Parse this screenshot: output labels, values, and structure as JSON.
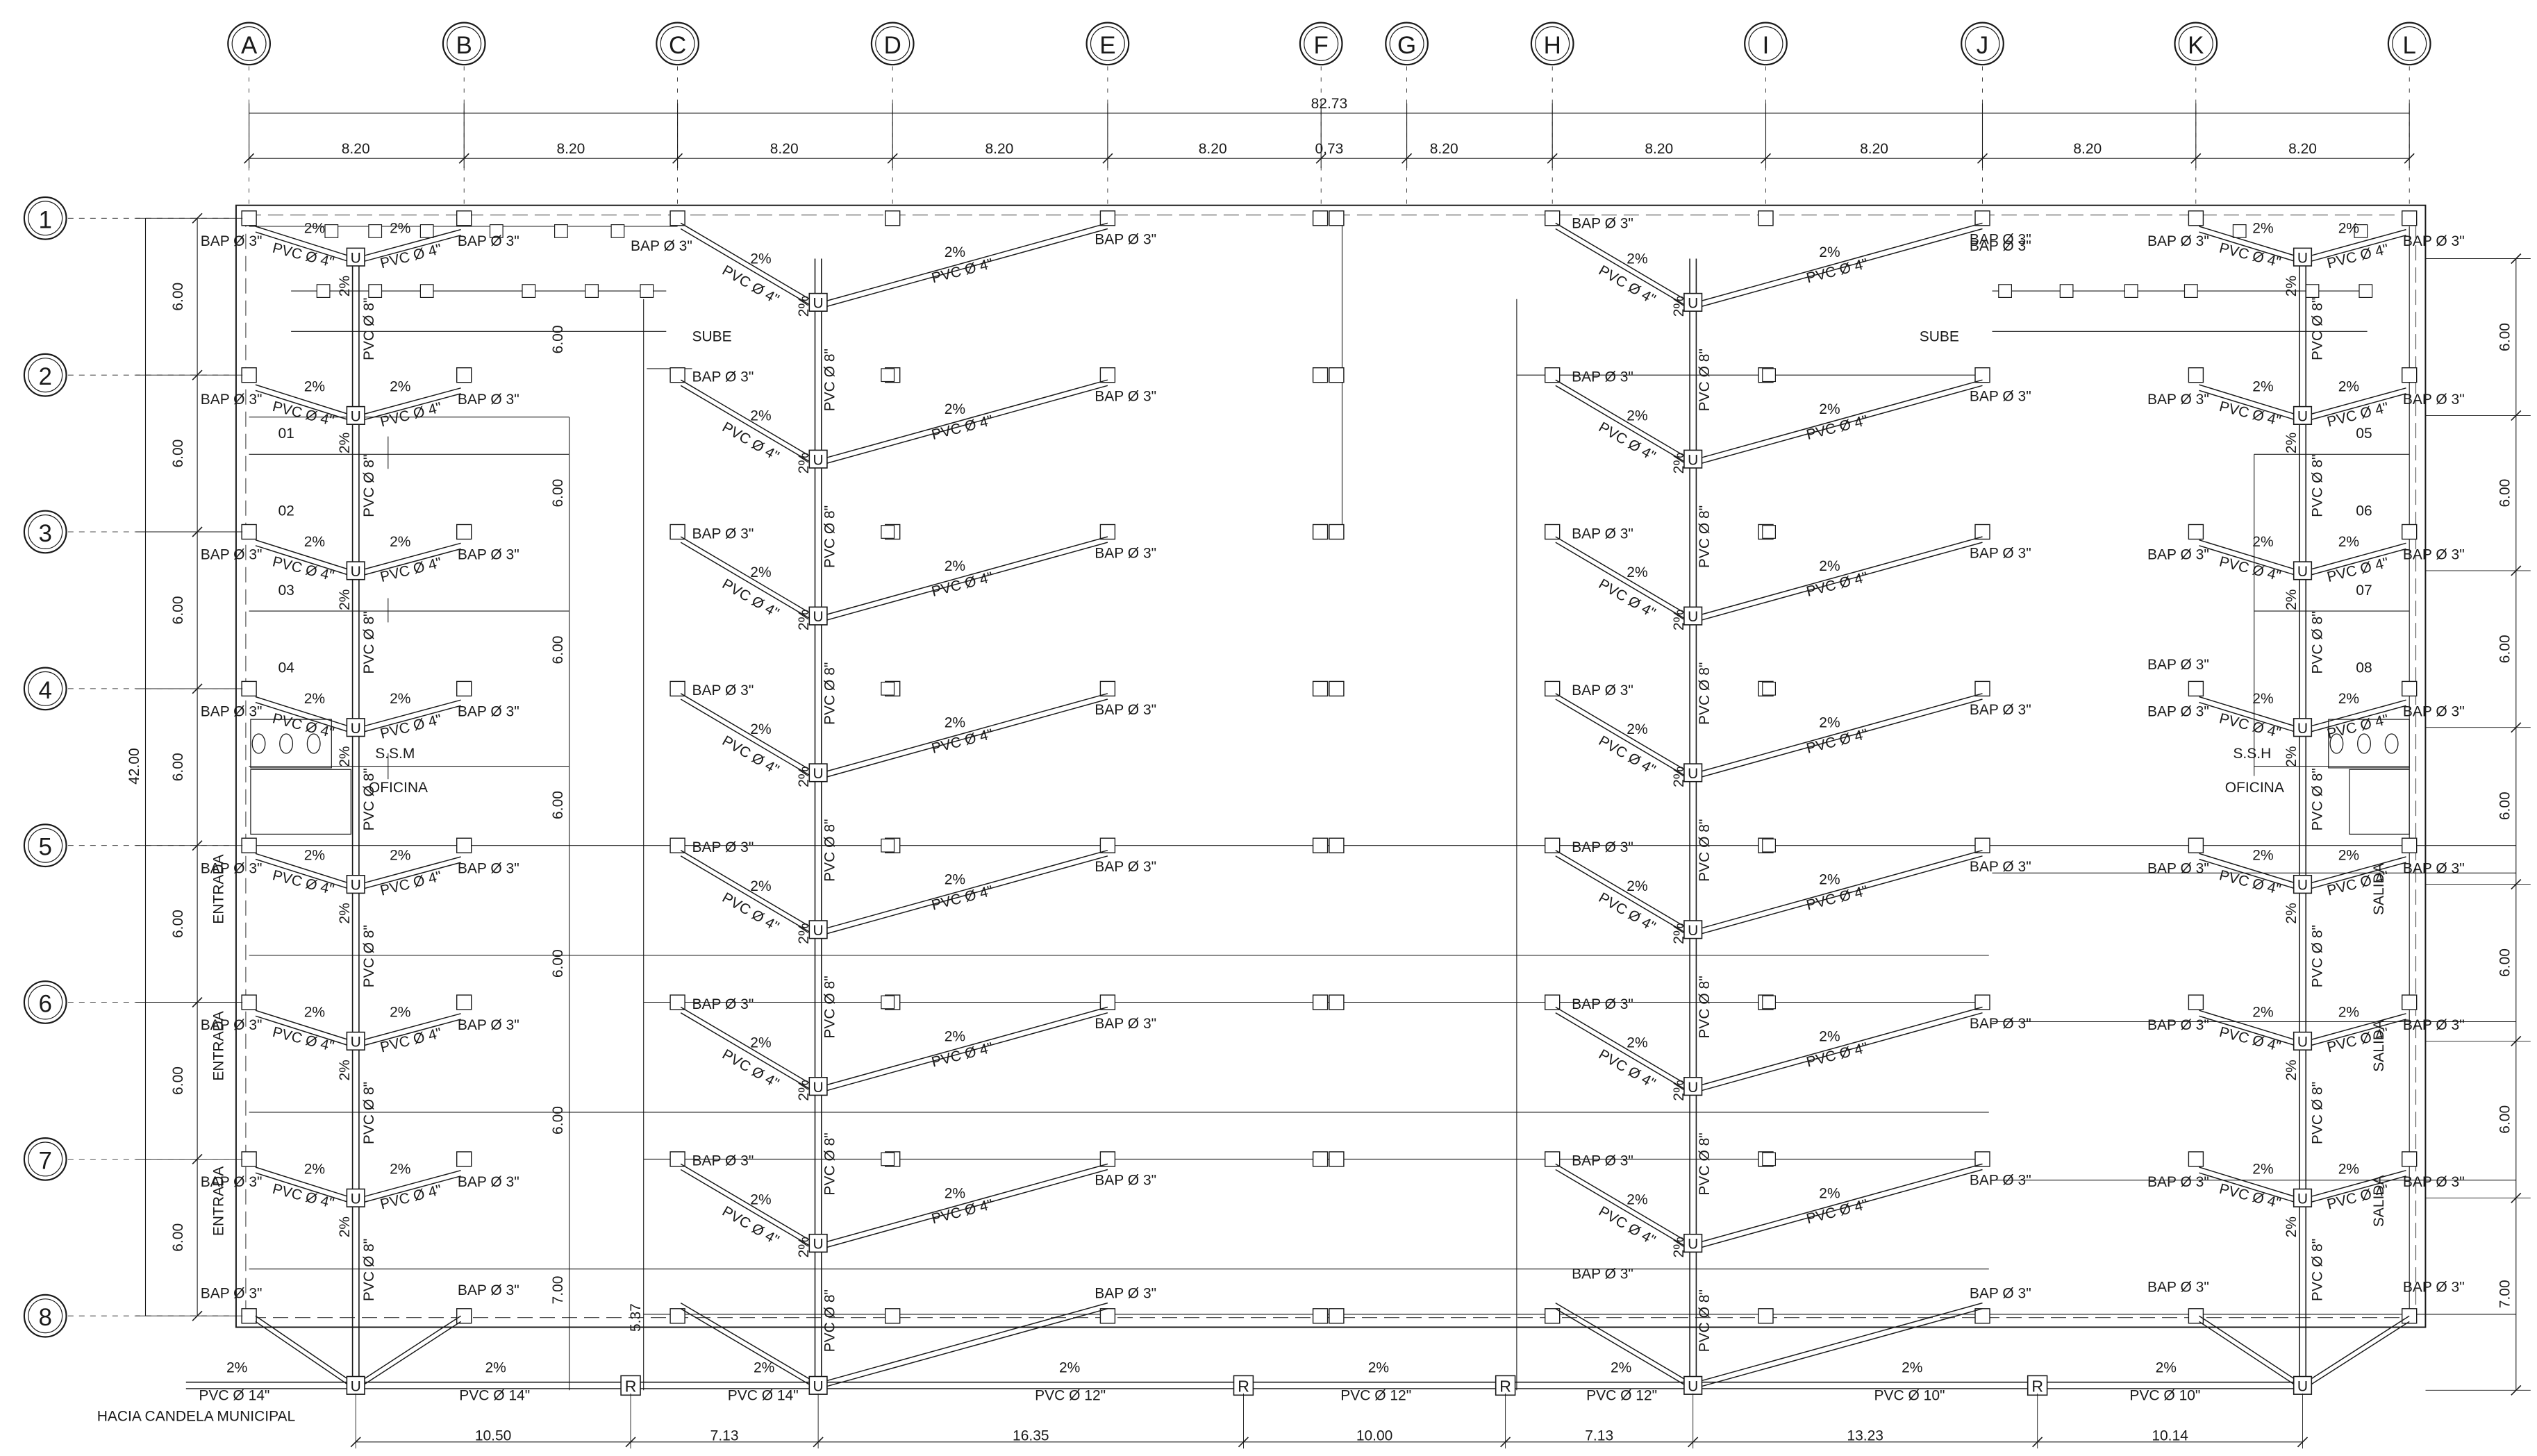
{
  "axes": {
    "letters": [
      "A",
      "B",
      "C",
      "D",
      "E",
      "F",
      "G",
      "H",
      "I",
      "J",
      "K",
      "L"
    ],
    "numbers": [
      "1",
      "2",
      "3",
      "4",
      "5",
      "6",
      "7",
      "8"
    ]
  },
  "dims": {
    "total_width": "82.73",
    "spans": [
      "8.20",
      "8.20",
      "8.20",
      "8.20",
      "8.20",
      "0.73",
      "8.20",
      "8.20",
      "8.20",
      "8.20",
      "8.20"
    ],
    "total_height": "42.00",
    "left_spans": [
      "6.00",
      "6.00",
      "6.00",
      "6.00",
      "6.00",
      "6.00",
      "6.00"
    ],
    "right_spans": [
      "6.00",
      "6.00",
      "6.00",
      "6.00",
      "6.00",
      "6.00",
      "7.00"
    ],
    "inner_dims": [
      "6.00",
      "6.00",
      "6.00",
      "6.00",
      "6.00",
      "6.00",
      "7.00",
      "5.37"
    ],
    "bottom_spans": [
      "10.50",
      "7.13",
      "16.35",
      "10.00",
      "7.13",
      "13.23",
      "10.14"
    ]
  },
  "labels": {
    "bap": "BAP Ø 3\"",
    "pvc4": "PVC Ø 4\"",
    "pvc8": "PVC Ø 8\"",
    "slope": "2%",
    "sube": "SUBE",
    "entrada": "ENTRADA",
    "salida": "SALIDA",
    "ssm": "S.S.M",
    "ssh": "S.S.H",
    "oficina": "OFICINA",
    "rooms_left": [
      "01",
      "02",
      "03",
      "04"
    ],
    "rooms_right": [
      "05",
      "06",
      "07",
      "08"
    ],
    "trunk": [
      "PVC Ø 14\"",
      "PVC Ø 14\"",
      "PVC Ø 14\"",
      "PVC Ø 12\"",
      "PVC Ø 12\"",
      "PVC Ø 12\"",
      "PVC Ø 10\"",
      "PVC Ø 10\""
    ],
    "outlet": "HACIA CANDELA MUNICIPAL",
    "manhole_u": "U",
    "register_r": "R"
  }
}
